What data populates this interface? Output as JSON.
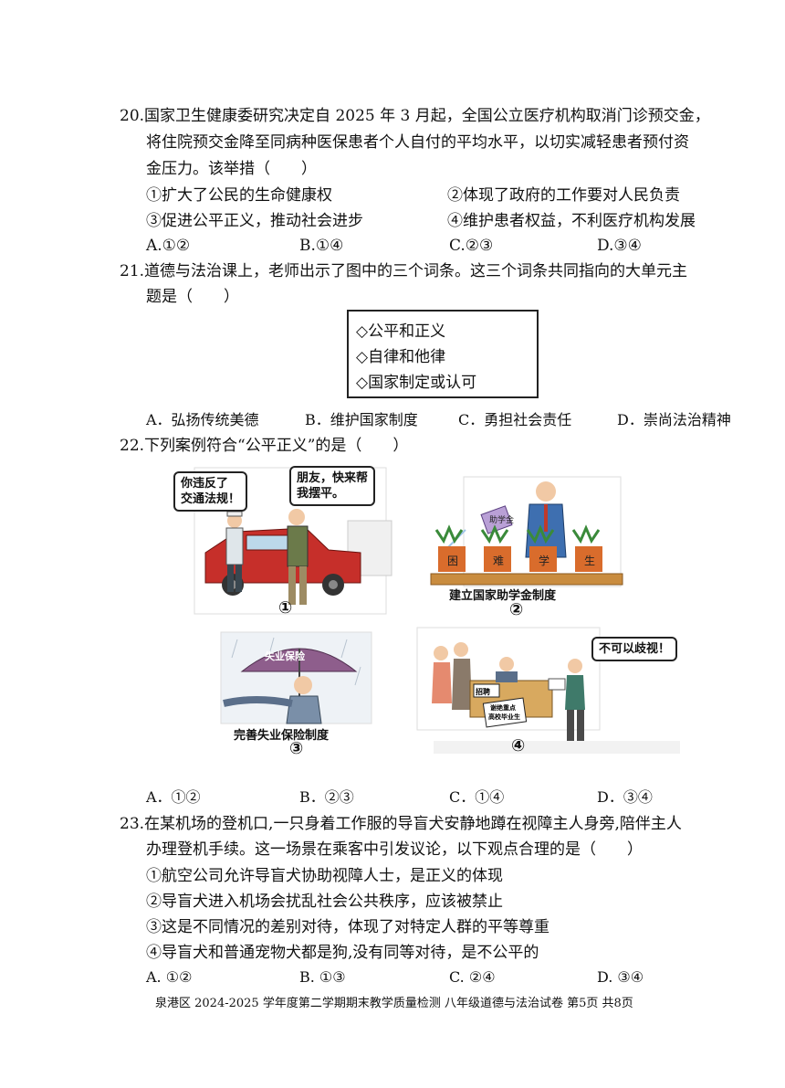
{
  "q20": {
    "lines": [
      "20.国家卫生健康委研究决定自 2025 年 3 月起，全国公立医疗机构取消门诊预交金，",
      "将住院预交金降至同病种医保患者个人自付的平均水平，以切实减轻患者预付资",
      "金压力。该举措（　　）"
    ],
    "stmt1": "①扩大了公民的生命健康权",
    "stmt2": "②体现了政府的工作要对人民负责",
    "stmt3": "③促进公平正义，推动社会进步",
    "stmt4": "④维护患者权益，不利医疗机构发展",
    "options": [
      "A.①②",
      "B.①④",
      "C.②③",
      "D.③④"
    ]
  },
  "q21": {
    "lines": [
      "21.道德与法治课上，老师出示了图中的三个词条。这三个词条共同指向的大单元主",
      "题是（　　）"
    ],
    "box": [
      "◇公平和正义",
      "◇自律和他律",
      "◇国家制定或认可"
    ],
    "options": [
      "A．弘扬传统美德",
      "B．维护国家制度",
      "C．勇担社会责任",
      "D．崇尚法治精神"
    ]
  },
  "q22": {
    "line": "22.下列案例符合“公平正义”的是（　　）",
    "panel1": {
      "bubble_left": [
        "你违反了",
        "交通法规！"
      ],
      "bubble_right": [
        "朋友，快来帮",
        "我摆平。"
      ],
      "num": "①"
    },
    "panel2": {
      "caption": "建立国家助学金制度",
      "num": "②",
      "can_label": "助学金",
      "pot_labels": [
        "困",
        "难",
        "学",
        "生"
      ]
    },
    "panel3": {
      "umbrella": "失业保险",
      "caption": "完善失业保险制度",
      "num": "③"
    },
    "panel4": {
      "bubble": "不可以歧视！",
      "sign1": "招聘",
      "sign2": [
        "谢绝重点",
        "高校毕业生"
      ],
      "num": "④"
    },
    "options": [
      "A．①②",
      "B．②③",
      "C．①④",
      "D．③④"
    ]
  },
  "q23": {
    "lines": [
      "23.在某机场的登机口,一只身着工作服的导盲犬安静地蹲在视障主人身旁,陪伴主人",
      "办理登机手续。这一场景在乘客中引发议论，以下观点合理的是（　　）"
    ],
    "stmts": [
      "①航空公司允许导盲犬协助视障人士，是正义的体现",
      "②导盲犬进入机场会扰乱社会公共秩序，应该被禁止",
      "③这是不同情况的差别对待，体现了对特定人群的平等尊重",
      "④导盲犬和普通宠物犬都是狗,没有同等对待，是不公平的"
    ],
    "options": [
      "A. ①②",
      "B. ①③",
      "C. ②④",
      "D. ③④"
    ]
  },
  "footer": "泉港区 2024-2025 学年度第二学期期末教学质量检测  八年级道德与法治试卷  第5页  共8页"
}
